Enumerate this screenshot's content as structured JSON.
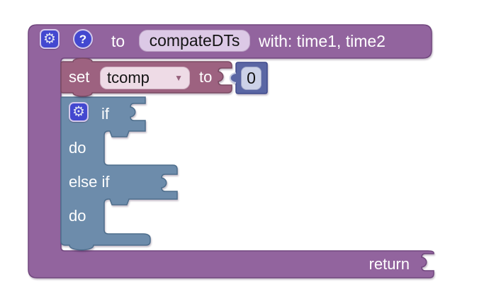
{
  "workspace": {
    "background": "#ffffff"
  },
  "colors": {
    "procedure_fill": "#92649e",
    "procedure_border": "#71477e",
    "set_fill": "#9d6280",
    "set_border": "#7a4a63",
    "if_fill": "#6d8cab",
    "if_border": "#4e6e8c",
    "number_fill": "#5a66a4",
    "number_border": "#3f4a8c",
    "icon_button_fill": "#4348d0",
    "icon_button_ring": "#d4c9ec",
    "name_field_bg": "#dcc9e6",
    "dropdown_bg": "#eedbe6",
    "number_field_bg": "#ccd2e8"
  },
  "procedure_block": {
    "type": "procedure-with-return",
    "to_label": "to",
    "name": "compateDTs",
    "params_label": "with: time1, time2",
    "return_label": "return"
  },
  "set_block": {
    "set_label": "set",
    "variable": "tcomp",
    "to_label": "to"
  },
  "number_block": {
    "value": "0"
  },
  "if_block": {
    "if_label": "if",
    "do_label": "do",
    "else_if_label": "else if",
    "do2_label": "do"
  },
  "icons": {
    "gear_glyph": "⚙",
    "question_glyph": "?",
    "dropdown_glyph": "▼"
  }
}
